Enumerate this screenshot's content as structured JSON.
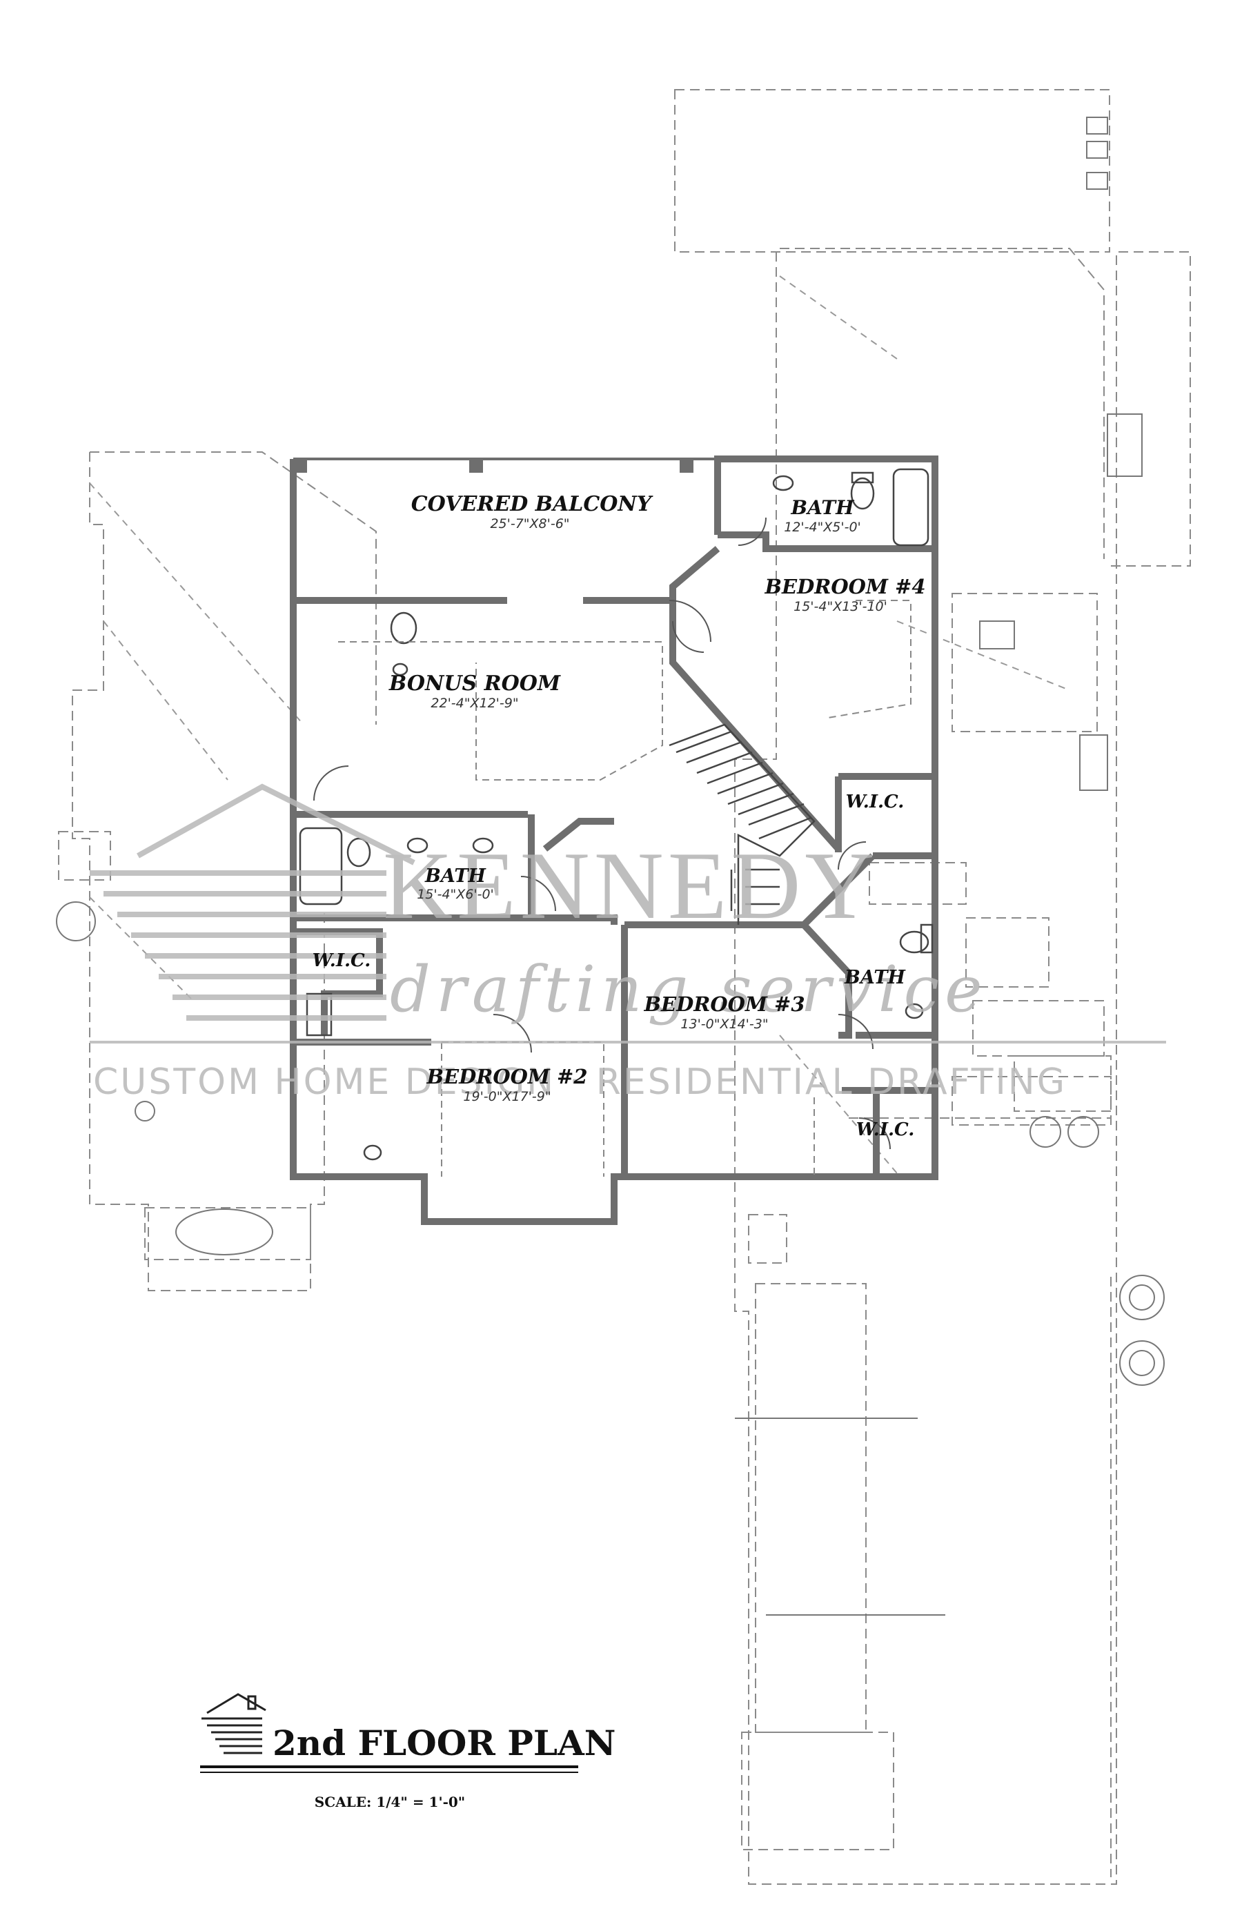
{
  "rooms": {
    "covered_balcony": {
      "name": "COVERED BALCONY",
      "dims": "25'-7\"X8'-6\""
    },
    "bath_upper": {
      "name": "BATH",
      "dims": "12'-4\"X5'-0'"
    },
    "bedroom_4": {
      "name": "BEDROOM #4",
      "dims": "15'-4\"X13'-10'"
    },
    "bonus_room": {
      "name": "BONUS ROOM",
      "dims": "22'-4\"X12'-9\""
    },
    "wic_upper": {
      "name": "W.I.C."
    },
    "bath_left": {
      "name": "BATH",
      "dims": "15'-4\"X6'-0'"
    },
    "wic_left": {
      "name": "W.I.C."
    },
    "bath_right": {
      "name": "BATH"
    },
    "bedroom_3": {
      "name": "BEDROOM #3",
      "dims": "13'-0\"X14'-3\""
    },
    "bedroom_2": {
      "name": "BEDROOM #2",
      "dims": "19'-0\"X17'-9\""
    },
    "wic_right": {
      "name": "W.I.C."
    }
  },
  "watermark": {
    "brand": "KENNEDY",
    "script": "drafting service",
    "tagline": "CUSTOM HOME DESIGN · RESIDENTIAL DRAFTING"
  },
  "title": {
    "text": "2nd FLOOR PLAN",
    "scale": "SCALE: 1/4\" = 1'-0\""
  },
  "colors": {
    "wall": "#6e6e6e",
    "ink": "#111111",
    "watermark": "#b3b3b3"
  }
}
